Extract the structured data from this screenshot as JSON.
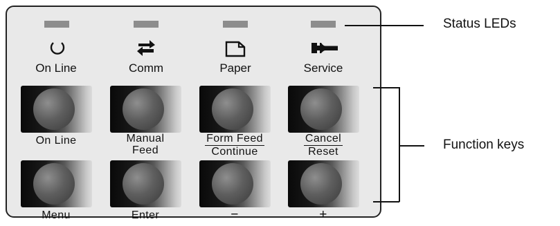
{
  "indicators": [
    {
      "label": "On Line",
      "icon": "power-ring-icon"
    },
    {
      "label": "Comm",
      "icon": "bidirectional-arrows-icon"
    },
    {
      "label": "Paper",
      "icon": "paper-sheet-icon"
    },
    {
      "label": "Service",
      "icon": "wrench-icon"
    }
  ],
  "keys_top": [
    {
      "line1": "On Line",
      "line2": ""
    },
    {
      "line1": "Manual",
      "line2": "Feed"
    },
    {
      "line1": "Form Feed",
      "line2": "Continue"
    },
    {
      "line1": "Cancel",
      "line2": "Reset"
    }
  ],
  "keys_bottom": [
    "Menu",
    "Enter",
    "−",
    "+"
  ],
  "callouts": {
    "status": "Status LEDs",
    "function": "Function keys"
  },
  "colors": {
    "panel": "#e9e9e9",
    "led": "#8d8d8d",
    "outline": "#222222"
  }
}
